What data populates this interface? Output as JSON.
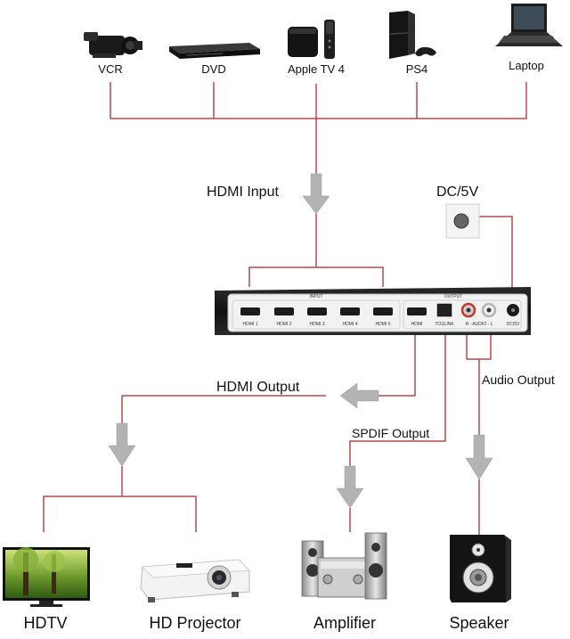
{
  "sources": [
    {
      "label": "VCR",
      "icon": "camcorder-icon"
    },
    {
      "label": "DVD",
      "icon": "dvd-player-icon"
    },
    {
      "label": "Apple TV 4",
      "icon": "apple-tv-icon"
    },
    {
      "label": "PS4",
      "icon": "ps4-console-icon"
    },
    {
      "label": "Laptop",
      "icon": "laptop-icon"
    }
  ],
  "labels": {
    "hdmi_input": "HDMI Input",
    "dc": "DC/5V",
    "hdmi_output": "HDMI Output",
    "spdif_output": "SPDIF Output",
    "audio_output": "Audio Output"
  },
  "device": {
    "input_group": "INPUT",
    "output_group": "OUTPUT",
    "ports": [
      "HDMI 1",
      "HDMI 2",
      "HDMI 3",
      "HDMI 4",
      "HDMI 5"
    ],
    "hdmi_out": "HDMI",
    "toslink": "TOSLINK",
    "audio": "R - AUDIO - L",
    "dc": "DC/5V"
  },
  "outputs": [
    {
      "label": "HDTV",
      "icon": "tv-icon"
    },
    {
      "label": "HD Projector",
      "icon": "projector-icon"
    },
    {
      "label": "Amplifier",
      "icon": "amplifier-icon"
    },
    {
      "label": "Speaker",
      "icon": "speaker-icon"
    }
  ],
  "colors": {
    "wire": "#b54a4a",
    "arrow": "#b3b3b3"
  }
}
